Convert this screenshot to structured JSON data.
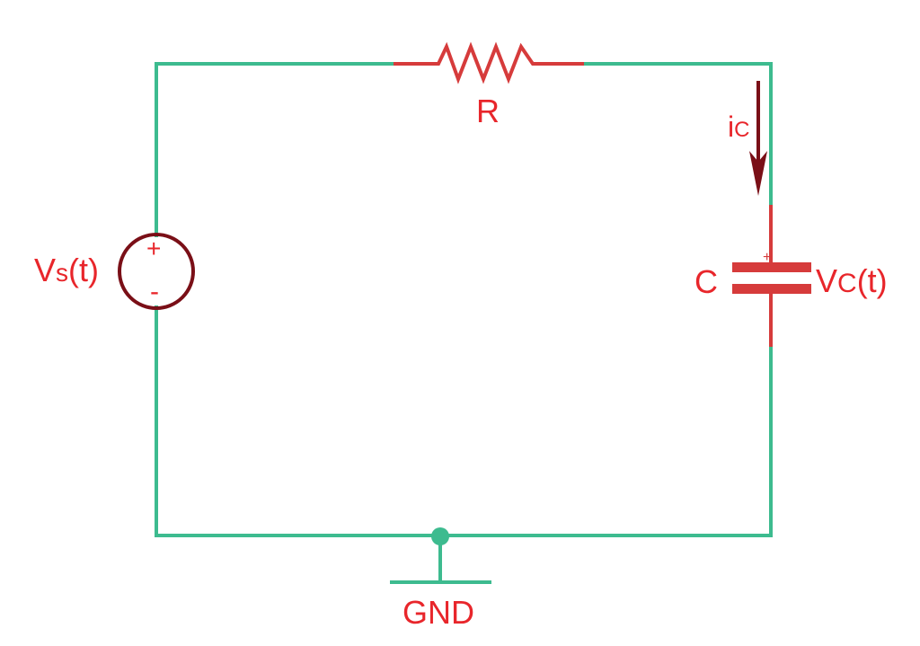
{
  "labels": {
    "resistor": "R",
    "capacitor": "C",
    "current_main": "i",
    "current_sub": "C",
    "source_main": "V",
    "source_sub": "s",
    "source_suffix": "(t)",
    "cap_voltage_main": "V",
    "cap_voltage_sub": "C",
    "cap_voltage_suffix": "(t)",
    "plus": "+",
    "minus": "-",
    "ground": "GND",
    "cap_plus": "+"
  },
  "colors": {
    "wire": "#3dbb8f",
    "component": "#d63b3b",
    "label": "#e8262b",
    "source": "#7a0f17",
    "arrow": "#7a0f17"
  }
}
